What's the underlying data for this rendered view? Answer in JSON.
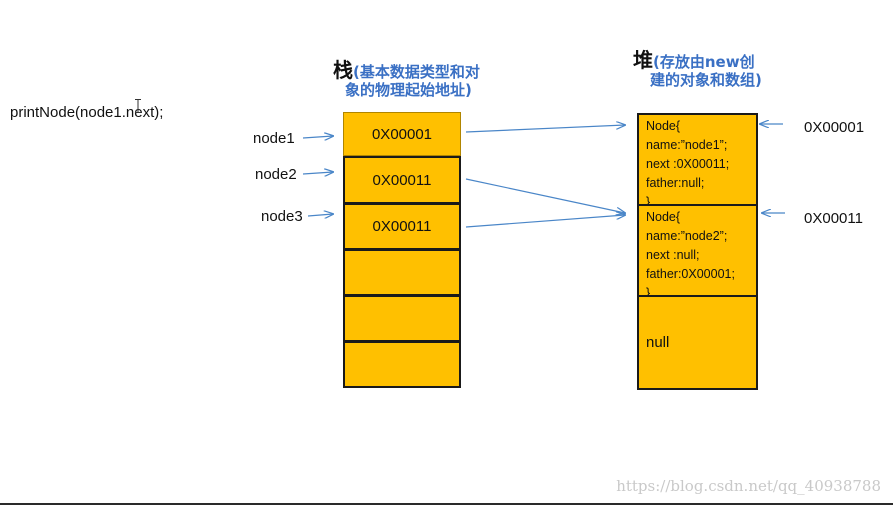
{
  "code_line": "printNode(node1.next);",
  "stack": {
    "title_main": "栈",
    "title_note_line1": "(基本数据类型和对",
    "title_note_line2": "象的物理起始地址)",
    "variables": [
      "node1",
      "node2",
      "node3"
    ],
    "cells": [
      "0X00001",
      "0X00011",
      "0X00011",
      "",
      "",
      ""
    ]
  },
  "heap": {
    "title_main": "堆",
    "title_note_line1": "(存放由new创",
    "title_note_line2": "建的对象和数组)",
    "objects": [
      {
        "address": "0X00001",
        "lines": [
          "Node{",
          "name:”node1”;",
          "next :0X00011;",
          "father:null;",
          "}"
        ]
      },
      {
        "address": "0X00011",
        "lines": [
          "Node{",
          "name:”node2”;",
          "next :null;",
          "father:0X00001;",
          "}"
        ]
      }
    ],
    "null_cell": "null"
  },
  "colors": {
    "cell_fill": "#ffc000",
    "arrow": "#4a86c8",
    "title_note": "#3a70c4"
  },
  "watermark": "https://blog.csdn.net/qq_40938788"
}
